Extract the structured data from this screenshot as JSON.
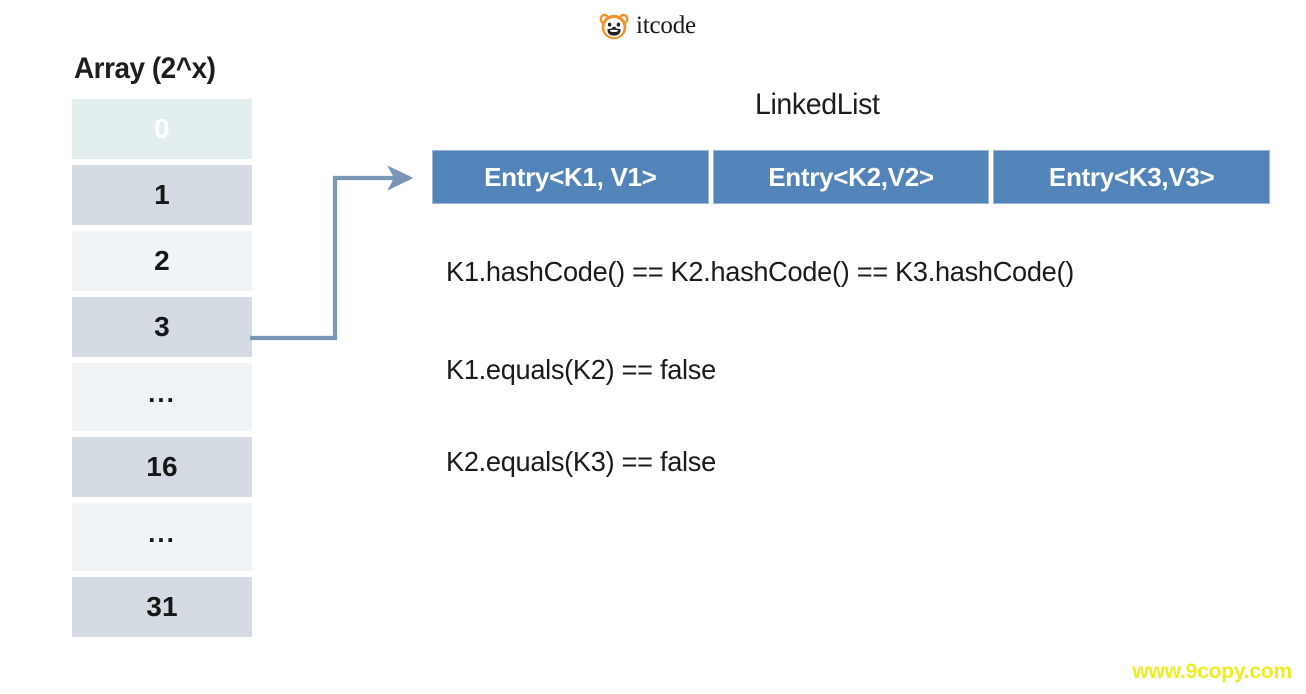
{
  "brand": {
    "name": "itcode",
    "icon": "bear-face-logo-icon",
    "icon_color": "#f0922b"
  },
  "array": {
    "title": "Array (2^x)",
    "cells": [
      {
        "label": "0",
        "tone": "tone-zero",
        "is_ellipsis": false
      },
      {
        "label": "1",
        "tone": "tone-dark",
        "is_ellipsis": false
      },
      {
        "label": "2",
        "tone": "tone-light",
        "is_ellipsis": false
      },
      {
        "label": "3",
        "tone": "tone-dark",
        "is_ellipsis": false
      },
      {
        "label": "...",
        "tone": "tone-light",
        "is_ellipsis": true
      },
      {
        "label": "16",
        "tone": "tone-dark",
        "is_ellipsis": false
      },
      {
        "label": "...",
        "tone": "tone-light",
        "is_ellipsis": true
      },
      {
        "label": "31",
        "tone": "tone-dark",
        "is_ellipsis": false
      }
    ]
  },
  "connector": {
    "from_cell_label": "3",
    "to_entry_label": "Entry<K1, V1>",
    "color": "#7996b4"
  },
  "linked_list": {
    "title": "LinkedList",
    "entry_color": "#5284b9",
    "entries": [
      {
        "label": "Entry<K1, V1>"
      },
      {
        "label": "Entry<K2,V2>"
      },
      {
        "label": "Entry<K3,V3>"
      }
    ]
  },
  "statements": [
    {
      "text": "K1.hashCode() == K2.hashCode() == K3.hashCode()"
    },
    {
      "text": "K1.equals(K2) == false"
    },
    {
      "text": "K2.equals(K3) == false"
    }
  ],
  "watermark": {
    "text": "www.9copy.com",
    "color": "#eded22"
  }
}
